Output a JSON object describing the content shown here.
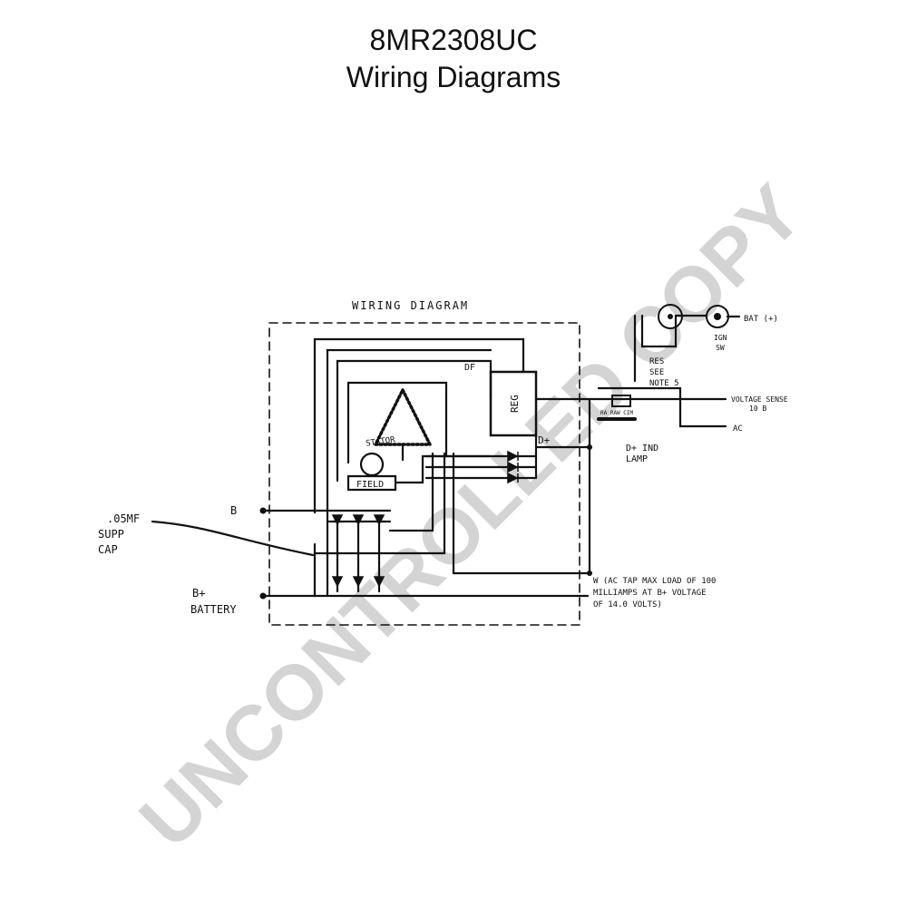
{
  "header": {
    "part_number": "8MR2308UC",
    "subtitle": "Wiring Diagrams"
  },
  "watermark": "UNCONTROLLED COPY",
  "diagram": {
    "heading": "WIRING DIAGRAM",
    "components": {
      "stator": "STATOR",
      "field": "FIELD",
      "regulator": "REG",
      "df_terminal": "DF",
      "b_terminal": "B",
      "dplus_terminal": "D+",
      "resistor_cap": "RA RAW CIM"
    },
    "labels": {
      "cap_line1": ".05MF",
      "cap_line2": "SUPP",
      "cap_line3": "CAP",
      "battery_line1": "B+",
      "battery_line2": "BATTERY",
      "bat_terminal": "BAT (+)",
      "ign_sw_line1": "IGN",
      "ign_sw_line2": "SW",
      "res_line1": "RES",
      "res_line2": "SEE",
      "res_line3": "NOTE 5",
      "voltage_sense_line1": "VOLTAGE SENSE",
      "voltage_sense_line2": "10 B",
      "ac_label": "AC",
      "lamp_line1": "D+ IND",
      "lamp_line2": "LAMP",
      "note_line1": "W (AC TAP MAX LOAD OF 100",
      "note_line2": "MILLIAMPS AT B+ VOLTAGE",
      "note_line3": "OF 14.0 VOLTS)"
    }
  }
}
